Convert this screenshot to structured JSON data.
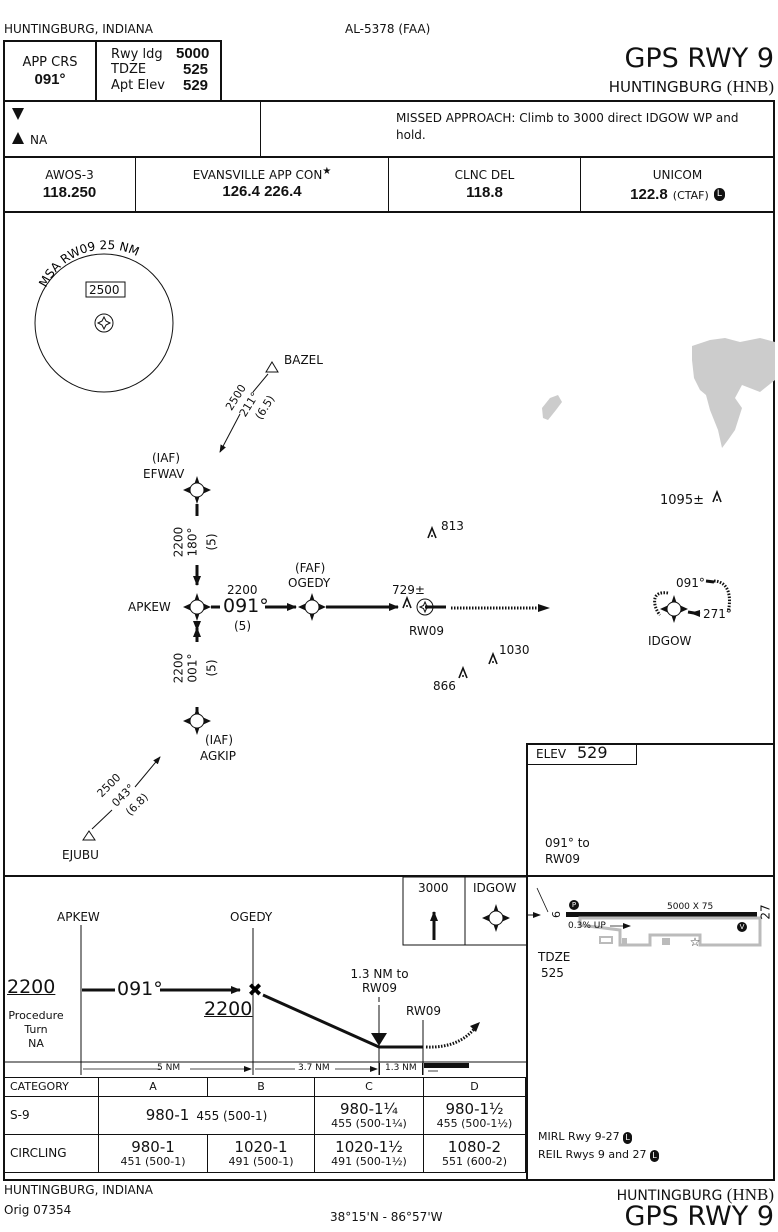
{
  "header": {
    "location": "HUNTINGBURG, INDIANA",
    "chart_id": "AL-5378 (FAA)",
    "procedure_title": "GPS RWY 9",
    "airport_name": "HUNTINGBURG",
    "airport_id": "(HNB)",
    "app_crs_label": "APP CRS",
    "app_crs_value": "091°",
    "rwy_ldg_label": "Rwy ldg",
    "rwy_ldg_value": "5000",
    "tdze_label": "TDZE",
    "tdze_value": "525",
    "apt_elev_label": "Apt Elev",
    "apt_elev_value": "529"
  },
  "notes": {
    "takeoff_symbol": "T",
    "alternate_symbol": "A",
    "alternate_text": "NA",
    "missed_approach": "MISSED APPROACH:  Climb to 3000 direct IDGOW WP and hold."
  },
  "comms": [
    {
      "name": "AWOS-3",
      "freq": "118.250",
      "suffix": ""
    },
    {
      "name": "EVANSVILLE APP CON",
      "freq": "126.4  226.4",
      "suffix": "",
      "star": "★"
    },
    {
      "name": "CLNC DEL",
      "freq": "118.8",
      "suffix": ""
    },
    {
      "name": "UNICOM",
      "freq": "122.8",
      "suffix": "(CTAF)",
      "badge": "L"
    }
  ],
  "planview": {
    "msa_label": "MSA RW09 25 NM",
    "msa_altitude": "2500",
    "fixes": {
      "bazel": "BAZEL",
      "efwav_role": "(IAF)",
      "efwav": "EFWAV",
      "apkew": "APKEW",
      "ogedy_role": "(FAF)",
      "ogedy": "OGEDY",
      "agkip_role": "(IAF)",
      "agkip": "AGKIP",
      "ejubu": "EJUBU",
      "rw09": "RW09",
      "idgow": "IDGOW"
    },
    "legs": {
      "bazel_alt": "2500",
      "bazel_crs": "211°",
      "bazel_dist": "(6.5)",
      "efwav_alt": "2200",
      "efwav_crs": "180°",
      "efwav_dist": "(5)",
      "apkew_alt": "2200",
      "apkew_crs": "091°",
      "apkew_dist": "(5)",
      "agkip_alt": "2200",
      "agkip_crs": "001°",
      "agkip_dist": "(5)",
      "ejubu_alt": "2500",
      "ejubu_crs": "043°",
      "ejubu_dist": "(6.8)"
    },
    "hold": {
      "inbound": "271°",
      "outbound": "091°"
    },
    "obstacles": [
      "813",
      "729±",
      "1030",
      "866",
      "1095±"
    ]
  },
  "profile": {
    "apkew": "APKEW",
    "ogedy": "OGEDY",
    "alt_left": "2200",
    "crs": "091°",
    "alt_faf": "2200",
    "pt_note": "Procedure Turn NA",
    "pt_line1": "Procedure",
    "pt_line2": "Turn",
    "pt_line3": "NA",
    "vdp_label1": "1.3 NM to",
    "vdp_label2": "RW09",
    "rw09": "RW09",
    "dist1": "5 NM",
    "dist2": "3.7 NM",
    "dist3": "1.3 NM",
    "ma_alt": "3000",
    "ma_fix": "IDGOW"
  },
  "minimums": {
    "headers": [
      "CATEGORY",
      "A",
      "B",
      "C",
      "D"
    ],
    "s9": {
      "label": "S-9",
      "ab_main": "980-1",
      "ab_sub": "455 (500-1)",
      "c_main": "980-1¼",
      "c_sub": "455 (500-1¼)",
      "d_main": "980-1½",
      "d_sub": "455 (500-1½)"
    },
    "circling": {
      "label": "CIRCLING",
      "a_main": "980-1",
      "a_sub": "451 (500-1)",
      "b_main": "1020-1",
      "b_sub": "491 (500-1)",
      "c_main": "1020-1½",
      "c_sub": "491 (500-1½)",
      "d_main": "1080-2",
      "d_sub": "551 (600-2)"
    }
  },
  "airport": {
    "elev_label": "ELEV",
    "elev_value": "529",
    "crs_note1": "091° to",
    "crs_note2": "RW09",
    "rwy_dims": "5000 X 75",
    "gradient": "0.3% UP",
    "rwy_end_left": "9",
    "rwy_end_right": "27",
    "tdze_label": "TDZE",
    "tdze_value": "525",
    "lighting1": "MIRL Rwy 9-27",
    "lighting2": "REIL Rwys 9 and 27",
    "lighting_badge": "L",
    "papi_left": "P",
    "vasi_right": "V"
  },
  "footer": {
    "location": "HUNTINGBURG, INDIANA",
    "amendment": "Orig  07354",
    "coords": "38°15'N - 86°57'W",
    "airport_name": "HUNTINGBURG",
    "airport_id": "(HNB)",
    "procedure_title": "GPS RWY 9"
  }
}
